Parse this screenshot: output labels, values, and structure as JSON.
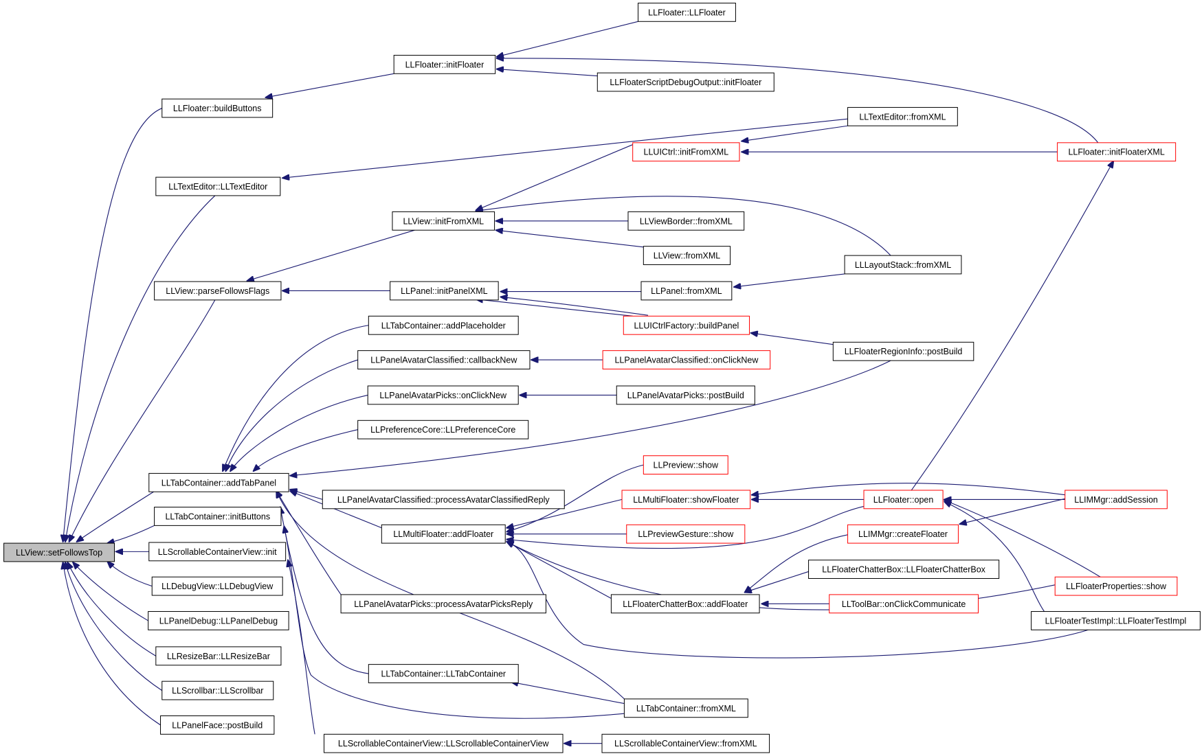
{
  "graph": {
    "colors": {
      "edge": "#191970",
      "border": "#000000",
      "truncated_border": "#ff0000",
      "root_fill": "#bfbfbf"
    },
    "nodes": [
      {
        "id": "n0",
        "label": "LLView::setFollowsTop",
        "root": true,
        "truncated": false
      },
      {
        "id": "n1",
        "label": "LLFloater::buildButtons",
        "truncated": false
      },
      {
        "id": "n2",
        "label": "LLTextEditor::LLTextEditor",
        "truncated": false
      },
      {
        "id": "n3",
        "label": "LLView::parseFollowsFlags",
        "truncated": false
      },
      {
        "id": "n4",
        "label": "LLTabContainer::addTabPanel",
        "truncated": false
      },
      {
        "id": "n5",
        "label": "LLTabContainer::initButtons",
        "truncated": false
      },
      {
        "id": "n6",
        "label": "LLScrollableContainerView::init",
        "truncated": false
      },
      {
        "id": "n7",
        "label": "LLDebugView::LLDebugView",
        "truncated": false
      },
      {
        "id": "n8",
        "label": "LLPanelDebug::LLPanelDebug",
        "truncated": false
      },
      {
        "id": "n9",
        "label": "LLResizeBar::LLResizeBar",
        "truncated": false
      },
      {
        "id": "n10",
        "label": "LLScrollbar::LLScrollbar",
        "truncated": false
      },
      {
        "id": "n11",
        "label": "LLPanelFace::postBuild",
        "truncated": false
      },
      {
        "id": "n12",
        "label": "LLFloater::initFloater",
        "truncated": false
      },
      {
        "id": "n13",
        "label": "LLView::initFromXML",
        "truncated": false
      },
      {
        "id": "n14",
        "label": "LLPanel::initPanelXML",
        "truncated": false
      },
      {
        "id": "n15",
        "label": "LLTabContainer::addPlaceholder",
        "truncated": false
      },
      {
        "id": "n16",
        "label": "LLPanelAvatarClassified::callbackNew",
        "truncated": false
      },
      {
        "id": "n17",
        "label": "LLPanelAvatarPicks::onClickNew",
        "truncated": false
      },
      {
        "id": "n18",
        "label": "LLPreferenceCore::LLPreferenceCore",
        "truncated": false
      },
      {
        "id": "n19",
        "label": "LLPanelAvatarClassified::processAvatarClassifiedReply",
        "truncated": false
      },
      {
        "id": "n20",
        "label": "LLMultiFloater::addFloater",
        "truncated": false
      },
      {
        "id": "n21",
        "label": "LLPanelAvatarPicks::processAvatarPicksReply",
        "truncated": false
      },
      {
        "id": "n22",
        "label": "LLTabContainer::LLTabContainer",
        "truncated": false
      },
      {
        "id": "n23",
        "label": "LLScrollableContainerView::LLScrollableContainerView",
        "truncated": false
      },
      {
        "id": "n24",
        "label": "LLFloater::LLFloater",
        "truncated": false
      },
      {
        "id": "n25",
        "label": "LLFloaterScriptDebugOutput::initFloater",
        "truncated": false
      },
      {
        "id": "n26",
        "label": "LLUICtrl::initFromXML",
        "truncated": true
      },
      {
        "id": "n27",
        "label": "LLViewBorder::fromXML",
        "truncated": false
      },
      {
        "id": "n28",
        "label": "LLView::fromXML",
        "truncated": false
      },
      {
        "id": "n29",
        "label": "LLPanel::fromXML",
        "truncated": false
      },
      {
        "id": "n30",
        "label": "LLUICtrlFactory::buildPanel",
        "truncated": true
      },
      {
        "id": "n31",
        "label": "LLPanelAvatarClassified::onClickNew",
        "truncated": true
      },
      {
        "id": "n32",
        "label": "LLPanelAvatarPicks::postBuild",
        "truncated": false
      },
      {
        "id": "n33",
        "label": "LLPreview::show",
        "truncated": true
      },
      {
        "id": "n34",
        "label": "LLMultiFloater::showFloater",
        "truncated": true
      },
      {
        "id": "n35",
        "label": "LLPreviewGesture::show",
        "truncated": true
      },
      {
        "id": "n36",
        "label": "LLFloaterChatterBox::addFloater",
        "truncated": false
      },
      {
        "id": "n37",
        "label": "LLTabContainer::fromXML",
        "truncated": false
      },
      {
        "id": "n38",
        "label": "LLScrollableContainerView::fromXML",
        "truncated": false
      },
      {
        "id": "n39",
        "label": "LLTextEditor::fromXML",
        "truncated": false
      },
      {
        "id": "n40",
        "label": "LLLayoutStack::fromXML",
        "truncated": false
      },
      {
        "id": "n41",
        "label": "LLFloaterRegionInfo::postBuild",
        "truncated": false
      },
      {
        "id": "n42",
        "label": "LLFloater::open",
        "truncated": true
      },
      {
        "id": "n43",
        "label": "LLIMMgr::createFloater",
        "truncated": true
      },
      {
        "id": "n44",
        "label": "LLFloaterChatterBox::LLFloaterChatterBox",
        "truncated": false
      },
      {
        "id": "n45",
        "label": "LLToolBar::onClickCommunicate",
        "truncated": true
      },
      {
        "id": "n46",
        "label": "LLFloater::initFloaterXML",
        "truncated": true
      },
      {
        "id": "n47",
        "label": "LLIMMgr::addSession",
        "truncated": true
      },
      {
        "id": "n48",
        "label": "LLFloaterProperties::show",
        "truncated": true
      },
      {
        "id": "n49",
        "label": "LLFloaterTestImpl::LLFloaterTestImpl",
        "truncated": false
      }
    ]
  }
}
